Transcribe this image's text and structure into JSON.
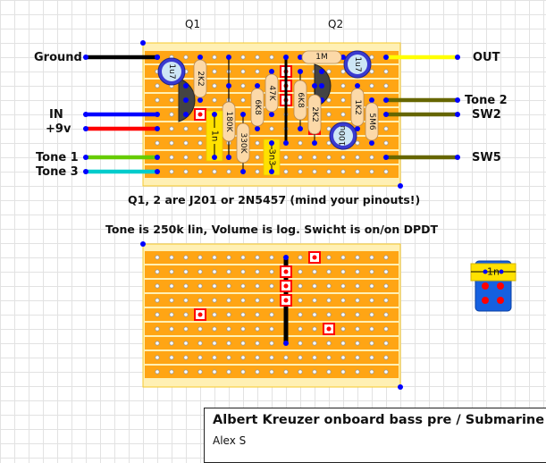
{
  "layout_title": "Albert Kreuzer onboard bass pre / Submarine",
  "author": "Alex S",
  "notes": [
    "Q1, 2 are J201 or 2N5457 (mind your pinouts!)",
    "Tone is 250k lin, Volume is log. Swicht is on/on DPDT"
  ],
  "transistors": {
    "q1": "Q1",
    "q2": "Q2"
  },
  "left_wires": [
    {
      "label": "Ground",
      "color": "#000000"
    },
    {
      "label": "IN",
      "color": "#0000ff"
    },
    {
      "label": "+9v",
      "color": "#ff0000"
    },
    {
      "label": "Tone 1",
      "color": "#66cc00"
    },
    {
      "label": "Tone 3",
      "color": "#00cccc"
    }
  ],
  "right_wires": [
    {
      "label": "OUT",
      "color": "#ffff00"
    },
    {
      "label": "Tone 2",
      "color": "#666600"
    },
    {
      "label": "SW2",
      "color": "#666600"
    },
    {
      "label": "SW5",
      "color": "#666600"
    }
  ],
  "resistors": [
    "2K2",
    "180K",
    "330K",
    "6K8",
    "47K",
    "6K8",
    "2K2",
    "1M",
    "1K2",
    "5M6"
  ],
  "capacitors": {
    "film": [
      "1n",
      "3n3"
    ],
    "electrolytic": [
      "1u7",
      "1u7",
      "100u"
    ]
  },
  "legend": {
    "film_cap_label": "1n"
  },
  "colors": {
    "strip": "#ffa514",
    "board": "#fff0b4",
    "board_border": "#f5c82d",
    "cut_mark": "#ff0000",
    "node": "#0000ff",
    "resistor": "#fcd9a8",
    "film_cap": "#ffe100",
    "electrolytic": "#3a3ad0",
    "transistor": "#444444"
  }
}
